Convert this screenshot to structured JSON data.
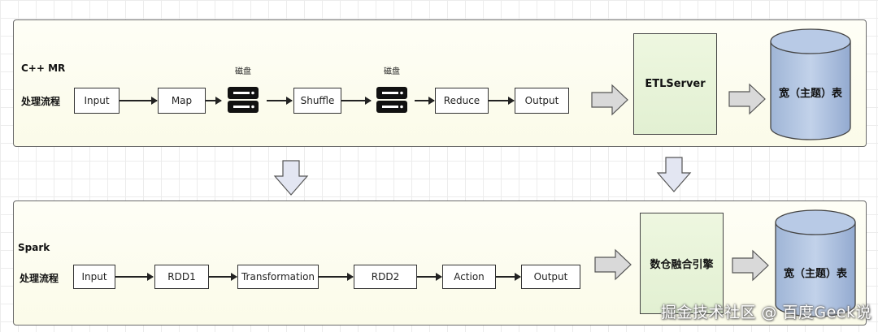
{
  "top": {
    "title": "C++ MR",
    "process_label": "处理流程",
    "nodes": {
      "input": "Input",
      "map": "Map",
      "shuffle": "Shuffle",
      "reduce": "Reduce",
      "output": "Output"
    },
    "disk1_label": "磁盘",
    "disk2_label": "磁盘",
    "server": "ETLServer",
    "table": "宽（主题）表"
  },
  "bottom": {
    "title": "Spark",
    "process_label": "处理流程",
    "nodes": {
      "input": "Input",
      "rdd1": "RDD1",
      "transformation": "Transformation",
      "rdd2": "RDD2",
      "action": "Action",
      "output": "Output"
    },
    "engine": "数仓融合引擎",
    "table": "宽（主题）表"
  },
  "watermark": "掘金技术社区 @ 百度Geek说",
  "colors": {
    "panel_fill": "#fbfbe9",
    "server_fill": "#e2f0d2",
    "cylinder_fill": "#a9bedc",
    "block_arrow_fill": "#d9d9d9",
    "down_arrow_fill": "#e3e6f2"
  },
  "icons": [
    "disk-icon",
    "block-arrow-right-icon",
    "block-arrow-down-icon",
    "cylinder-icon"
  ]
}
